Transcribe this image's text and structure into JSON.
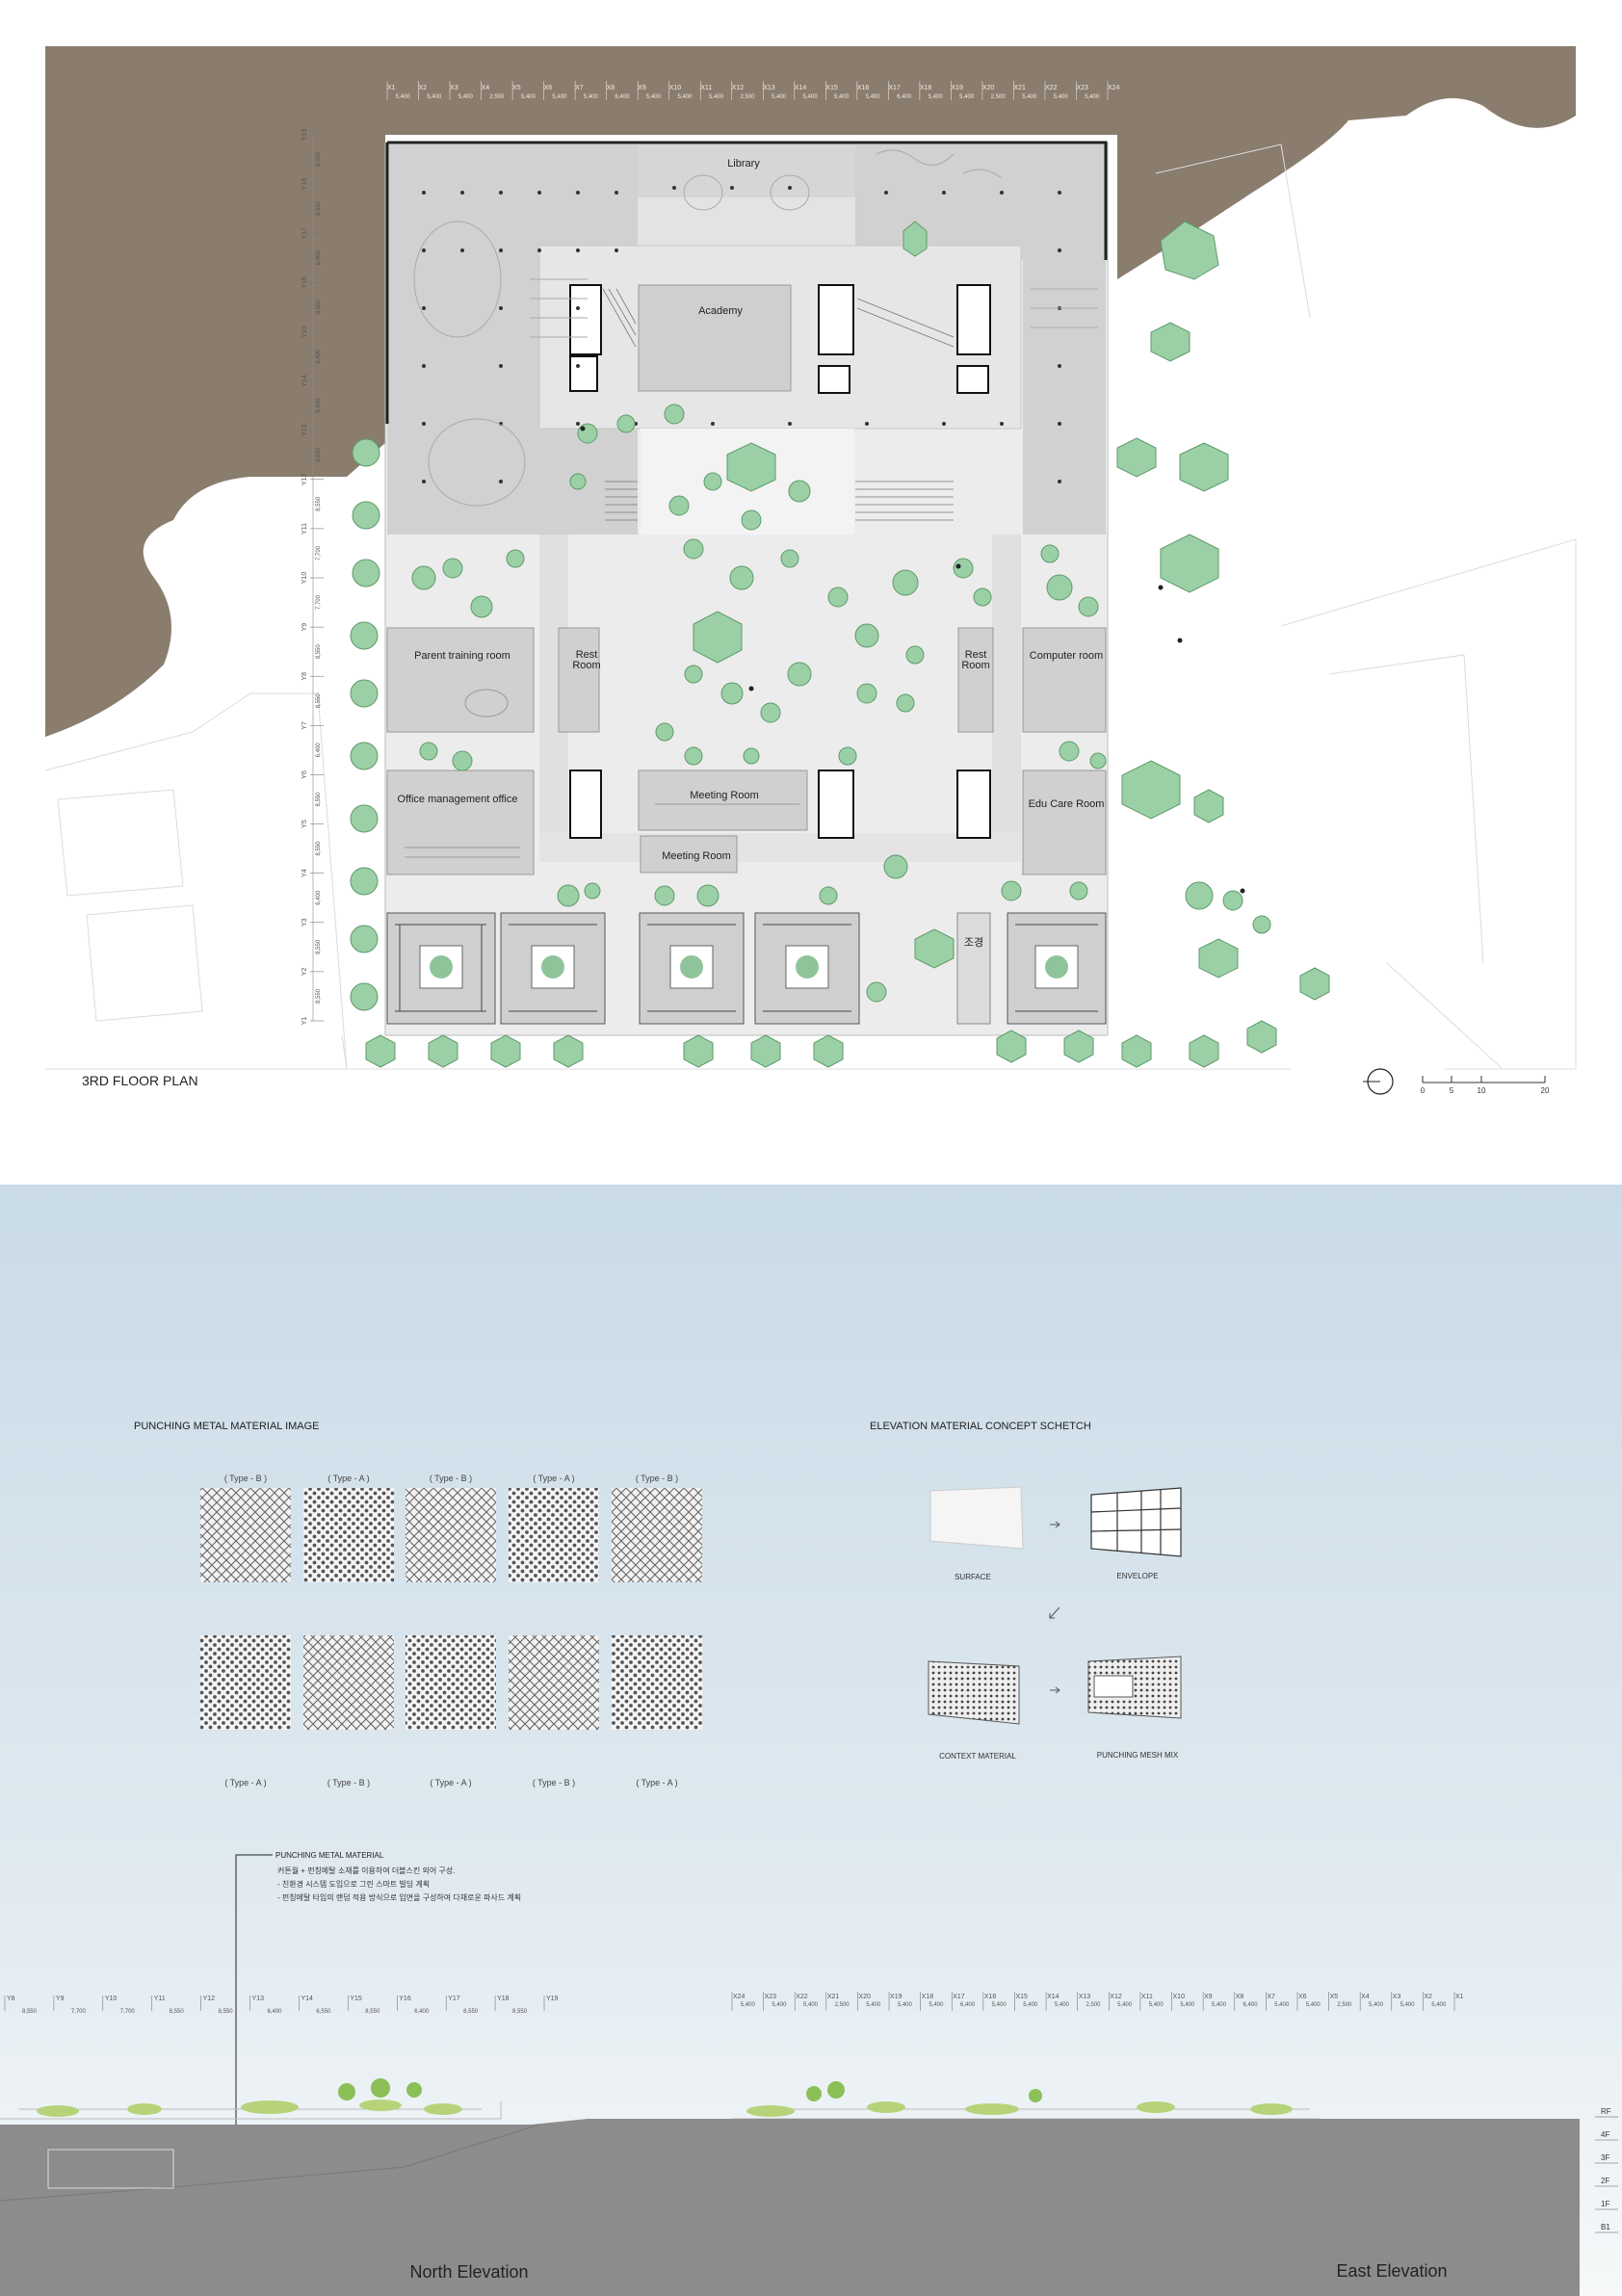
{
  "plan": {
    "title": "3RD FLOOR PLAN",
    "grid_x": [
      "X1",
      "X2",
      "X3",
      "X4",
      "X5",
      "X6",
      "X7",
      "X8",
      "X9",
      "X10",
      "X11",
      "X12",
      "X13",
      "X14",
      "X15",
      "X16",
      "X17",
      "X18",
      "X19",
      "X20",
      "X21",
      "X22",
      "X23",
      "X24"
    ],
    "grid_x_dims": [
      "5,400",
      "5,400",
      "5,400",
      "2,500",
      "5,400",
      "5,400",
      "5,400",
      "6,400",
      "5,400",
      "5,400",
      "5,400",
      "2,500",
      "5,400",
      "5,400",
      "5,400",
      "5,400",
      "6,400",
      "5,400",
      "5,400",
      "2,500",
      "5,400",
      "5,400",
      "5,400"
    ],
    "grid_y": [
      "Y19",
      "Y18",
      "Y17",
      "Y16",
      "Y15",
      "Y14",
      "Y13",
      "Y12",
      "Y11",
      "Y10",
      "Y9",
      "Y8",
      "Y7",
      "Y6",
      "Y5",
      "Y4",
      "Y3",
      "Y2",
      "Y1"
    ],
    "grid_y_dims": [
      "8,550",
      "8,550",
      "6,400",
      "8,550",
      "6,400",
      "6,400",
      "8,550",
      "8,550",
      "7,700",
      "7,700",
      "8,550",
      "8,550",
      "6,400",
      "8,550",
      "8,550",
      "6,400",
      "8,550",
      "8,550"
    ],
    "rooms": {
      "library": "Library",
      "academy": "Academy",
      "parent_training": "Parent training room",
      "rest_left": "Rest\nRoom",
      "rest_right": "Rest\nRoom",
      "computer": "Computer room",
      "office": "Office management office",
      "meeting_1": "Meeting Room",
      "meeting_2": "Meeting Room",
      "edu_care": "Edu Care Room",
      "landscape": "조경"
    },
    "scale_labels": [
      "0",
      "5",
      "10",
      "20"
    ]
  },
  "materials": {
    "punching_title": "PUNCHING METAL MATERIAL IMAGE",
    "top_types": [
      "( Type - B )",
      "( Type - A )",
      "( Type - B )",
      "( Type - A )",
      "( Type - B )"
    ],
    "bottom_types": [
      "( Type - A )",
      "( Type - B )",
      "( Type - A )",
      "( Type - B )",
      "( Type - A )"
    ],
    "concept_title": "ELEVATION MATERIAL CONCEPT SCHETCH",
    "surface": "SURFACE",
    "envelope": "ENVELOPE",
    "context": "CONTEXT MATERIAL",
    "mesh": "PUNCHING MESH MIX",
    "note_title": "PUNCHING METAL MATERIAL",
    "note_lines": [
      "커튼월 + 펀칭메탈 소재를 이용하여 더블스킨 외어 구성.",
      "- 친환경 시스템 도입으로 그린 스마트 빌딩 계획",
      "- 펀칭메탈 타입의 랜덤 적용 방식으로 입면을 구성하여 다채로운 파사드 계획"
    ]
  },
  "elevations": {
    "north_label": "North Elevation",
    "east_label": "East Elevation",
    "north_grid": [
      "Y8",
      "Y9",
      "Y10",
      "Y11",
      "Y12",
      "Y13",
      "Y14",
      "Y15",
      "Y16",
      "Y17",
      "Y18",
      "Y19"
    ],
    "north_dims": [
      "8,550",
      "7,700",
      "7,700",
      "8,550",
      "8,550",
      "6,400",
      "6,550",
      "8,550",
      "6,400",
      "8,550",
      "8,550"
    ],
    "east_grid": [
      "X24",
      "X23",
      "X22",
      "X21",
      "X20",
      "X19",
      "X18",
      "X17",
      "X16",
      "X15",
      "X14",
      "X13",
      "X12",
      "X11",
      "X10",
      "X9",
      "X8",
      "X7",
      "X6",
      "X5",
      "X4",
      "X3",
      "X2",
      "X1"
    ],
    "east_dims": [
      "5,400",
      "5,400",
      "5,400",
      "2,500",
      "5,400",
      "5,400",
      "5,400",
      "6,400",
      "5,400",
      "5,400",
      "5,400",
      "2,500",
      "5,400",
      "5,400",
      "5,400",
      "5,400",
      "6,400",
      "5,400",
      "5,400",
      "2,500",
      "5,400",
      "5,400",
      "5,400"
    ],
    "levels": [
      "RF",
      "4F",
      "3F",
      "2F",
      "1F",
      "B1"
    ]
  },
  "colors": {
    "ground": "#8a7d6e",
    "building": "#d4d4d4",
    "tree": "#9bd0a6",
    "sky": "#c9dbe7",
    "terrain": "#8c8c8c"
  }
}
